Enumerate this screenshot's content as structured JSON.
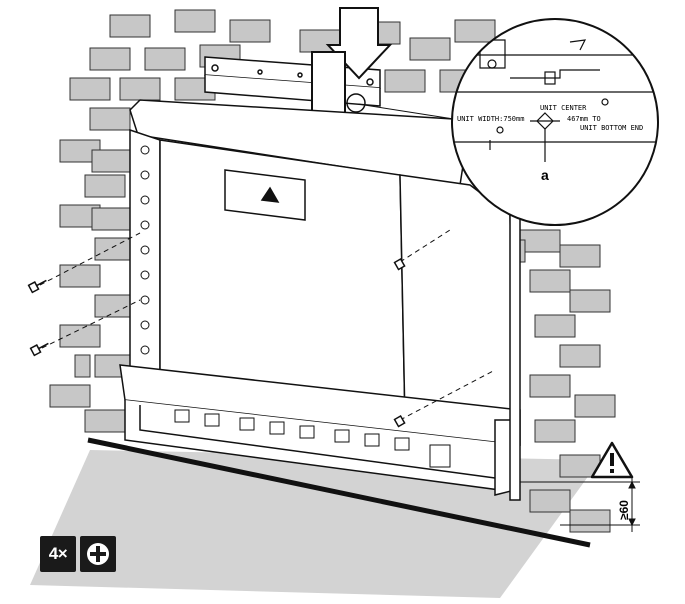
{
  "callout": {
    "heading": "UNIT CENTER",
    "width_text": "UNIT WIDTH:750mm",
    "distance_text": "467mm TO",
    "bottom_text": "UNIT BOTTOM END",
    "marker_label": "a"
  },
  "clearance_value": "≥60",
  "badges": {
    "screw_count": "4×",
    "tool_icon": "phillips-screwdriver-icon"
  },
  "icons": {
    "warning": "warning-triangle-icon",
    "arrow": "down-arrow-icon",
    "screw": "screw-icon"
  },
  "colors": {
    "brick": "#c7c7c7",
    "floor": "#d3d3d3",
    "outline": "#1a1a1a"
  }
}
